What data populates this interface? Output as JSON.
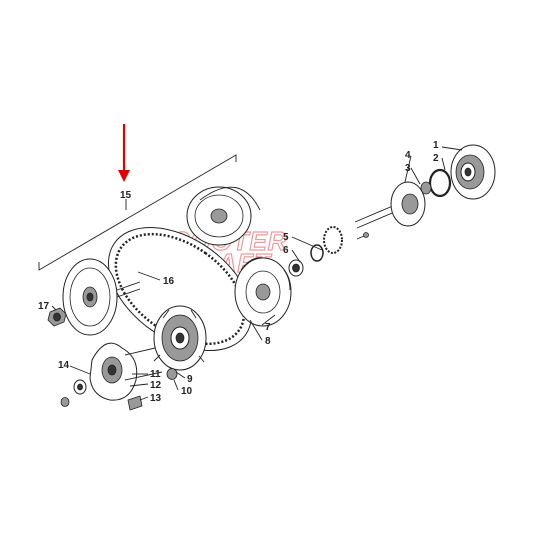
{
  "watermark": {
    "line1": "SCOOTER",
    "line2": "CRAFT",
    "color": "#d94a4a"
  },
  "arrow": {
    "color": "#e00000"
  },
  "callouts": [
    "1",
    "2",
    "3",
    "4",
    "5",
    "6",
    "7",
    "8",
    "9",
    "10",
    "11",
    "12",
    "13",
    "14",
    "15",
    "16",
    "17"
  ]
}
